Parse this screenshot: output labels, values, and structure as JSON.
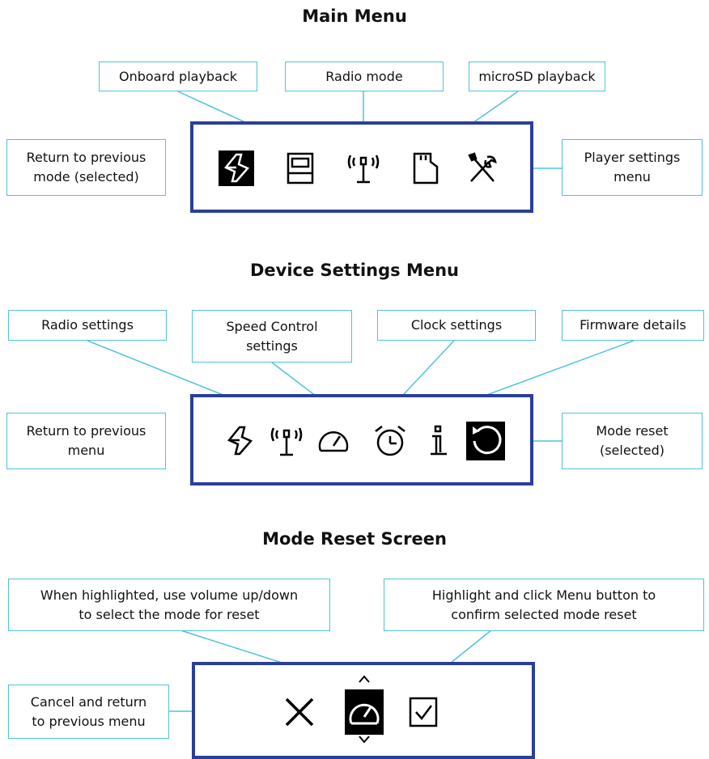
{
  "main": {
    "title": "Main Menu",
    "labels": {
      "onboard": "Onboard playback",
      "radio": "Radio mode",
      "microsd": "microSD playback",
      "return": "Return to previous\nmode (selected)",
      "settings": "Player settings\nmenu"
    },
    "icons": [
      "return-icon",
      "onboard-storage-icon",
      "radio-antenna-icon",
      "sd-card-icon",
      "tools-icon"
    ]
  },
  "device": {
    "title": "Device Settings Menu",
    "labels": {
      "radio": "Radio settings",
      "speed": "Speed Control\nsettings",
      "clock": "Clock settings",
      "firmware": "Firmware details",
      "return": "Return to previous\nmenu",
      "reset": "Mode reset\n(selected)"
    },
    "icons": [
      "return-icon",
      "radio-antenna-icon",
      "speedometer-icon",
      "alarm-clock-icon",
      "info-icon",
      "reset-icon"
    ]
  },
  "reset": {
    "title": "Mode Reset Screen",
    "labels": {
      "mode": "When highlighted, use volume up/down\nto select the mode for reset",
      "confirm": "Highlight and click Menu button to\nconfirm selected mode reset",
      "cancel": "Cancel and return\nto previous menu"
    },
    "icons": [
      "cancel-x-icon",
      "speedometer-icon",
      "checkbox-icon"
    ]
  },
  "colors": {
    "callout_border": "#4ec3d8",
    "screen_border": "#2a3f97",
    "selected_bg": "#000000"
  }
}
